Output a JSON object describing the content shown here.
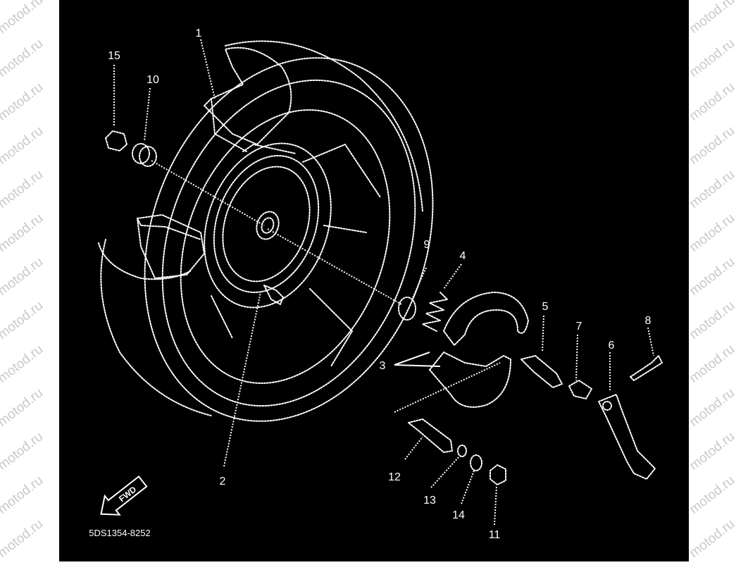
{
  "watermark": {
    "text": "motod.ru",
    "color": "#c9c9c9"
  },
  "diagram": {
    "background": "#000000",
    "line_color": "#ffffff",
    "callouts": [
      "1",
      "2",
      "3",
      "4",
      "5",
      "6",
      "7",
      "8",
      "9",
      "10",
      "11",
      "12",
      "13",
      "14",
      "15"
    ],
    "direction_label": "FWD",
    "part_code": "5DS1354-8252"
  }
}
